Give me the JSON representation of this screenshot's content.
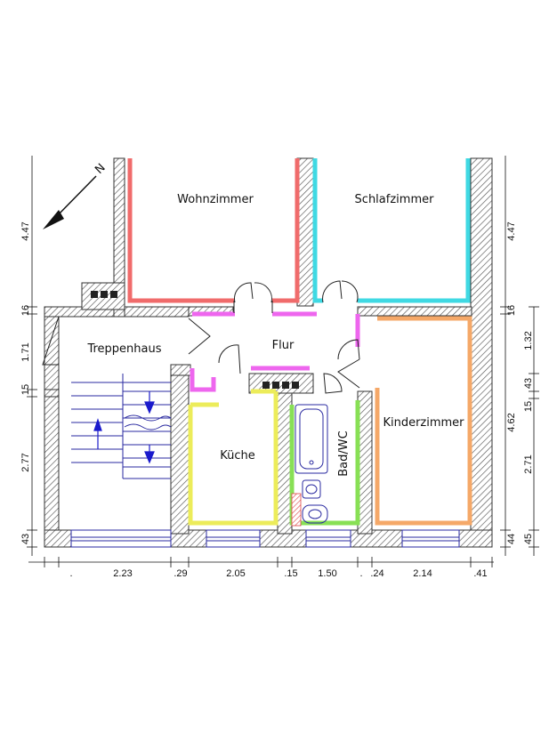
{
  "rooms": {
    "wohnzimmer": "Wohnzimmer",
    "schlafzimmer": "Schlafzimmer",
    "treppenhaus": "Treppenhaus",
    "flur": "Flur",
    "kueche": "Küche",
    "bad": "Bad/WC",
    "kinderzimmer": "Kinderzimmer"
  },
  "north": "N",
  "dims": {
    "left": [
      "4.47",
      "16",
      "1.71",
      "15",
      "2.77",
      "43"
    ],
    "right_outer": [
      "4.47",
      "16",
      "4.62",
      "44"
    ],
    "right_inner": [
      "1.32",
      "43",
      "15",
      "2.71",
      "45"
    ],
    "bottom": [
      ".",
      "2.23",
      ".29",
      "2.05",
      ".15",
      "1.50",
      ".",
      ".24",
      "2.14",
      ".41"
    ]
  },
  "colors": {
    "wohnzimmer": "#f06b6b",
    "schlafzimmer": "#3fd9e3",
    "flur": "#ee66ee",
    "kueche": "#ecec5a",
    "bad": "#88e055",
    "kinderzimmer": "#f5a868",
    "wall": "#444444"
  }
}
